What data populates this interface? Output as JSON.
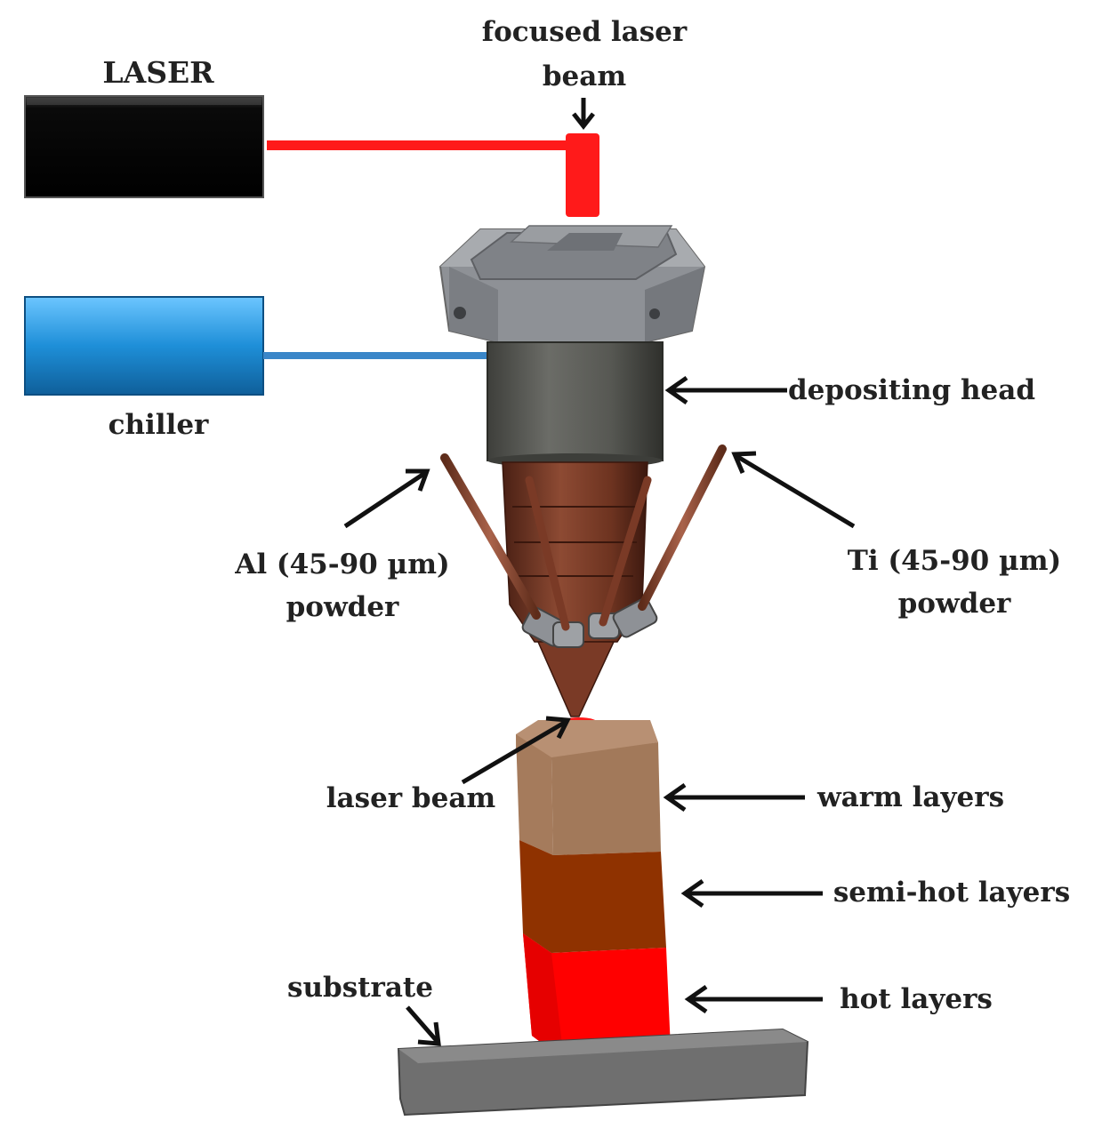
{
  "labels": {
    "laser": "LASER",
    "focused_beam_line1": "focused laser",
    "focused_beam_line2": "beam",
    "chiller": "chiller",
    "depositing_head": "depositing head",
    "al_powder_line1": "Al (45-90 µm)",
    "al_powder_line2": "powder",
    "ti_powder_line1": "Ti (45-90 µm)",
    "ti_powder_line2": "powder",
    "laser_beam": "laser beam",
    "warm_layers": "warm layers",
    "semi_hot_layers": "semi-hot layers",
    "hot_layers": "hot layers",
    "substrate": "substrate"
  },
  "colors": {
    "laser_box": "#0a0a0a",
    "laser_beam": "#ff1a1a",
    "chiller_box": "#1e8fd8",
    "chiller_line": "#3a86c8",
    "head_body": "#8e9196",
    "head_cylinder": "#5b5c58",
    "nozzle": "#7a3a26",
    "powder_tube": "#8a4a32",
    "warm_layers": "#a57b5c",
    "semi_hot_layers": "#8f3200",
    "hot_layers": "#ff0000",
    "substrate": "#6f6f6f",
    "text": "#222222"
  }
}
